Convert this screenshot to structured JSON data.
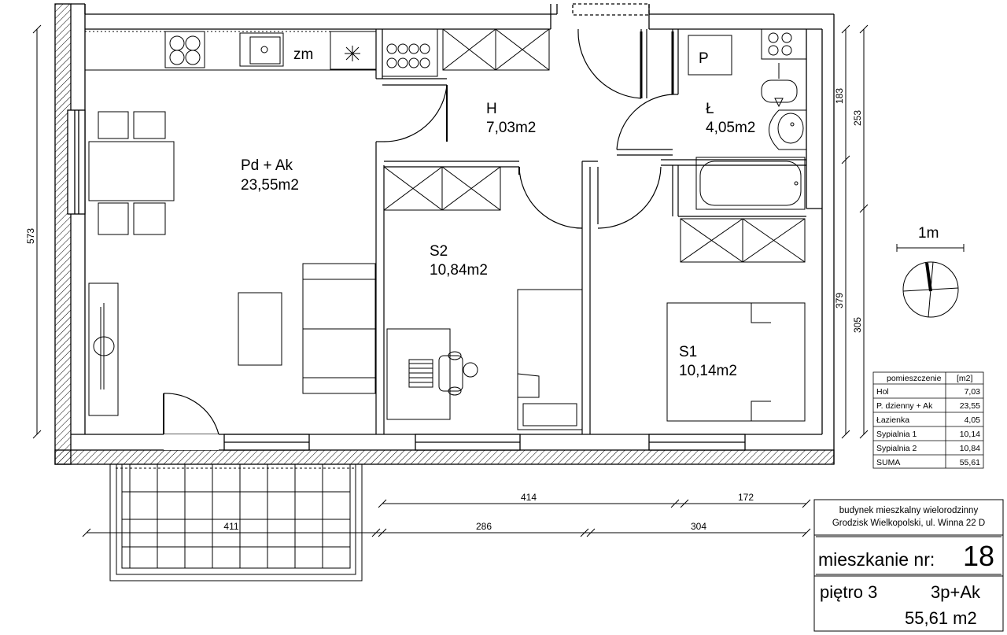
{
  "rooms": [
    {
      "id": "pd",
      "name": "Pd + Ak",
      "area": "23,55m2"
    },
    {
      "id": "h",
      "name": "H",
      "area": "7,03m2"
    },
    {
      "id": "l",
      "name": "Ł",
      "area": "4,05m2"
    },
    {
      "id": "s2",
      "name": "S2",
      "area": "10,84m2"
    },
    {
      "id": "s1",
      "name": "S1",
      "area": "10,14m2"
    }
  ],
  "labels": {
    "zm": "zm",
    "p": "P",
    "scale": "1m"
  },
  "dimensions": {
    "left_height": "573",
    "right_183": "183",
    "right_253": "253",
    "right_379": "379",
    "right_305": "305",
    "bottom_414": "414",
    "bottom_172": "172",
    "bottom_411": "411",
    "bottom_286": "286",
    "bottom_304": "304"
  },
  "area_table": {
    "header": [
      "pomieszczenie",
      "[m2]"
    ],
    "rows": [
      [
        "Hol",
        "7,03"
      ],
      [
        "P. dzienny + Ak",
        "23,55"
      ],
      [
        "Łazienka",
        "4,05"
      ],
      [
        "Sypialnia 1",
        "10,14"
      ],
      [
        "Sypialnia 2",
        "10,84"
      ],
      [
        "SUMA",
        "55,61"
      ]
    ]
  },
  "title_block": {
    "building": "budynek mieszkalny wielorodzinny",
    "address": "Grodzisk Wielkopolski, ul. Winna 22 D",
    "apartment_label": "mieszkanie nr:",
    "apartment_no": "18",
    "floor": "piętro 3",
    "layout": "3p+Ak",
    "total_area": "55,61 m2"
  }
}
